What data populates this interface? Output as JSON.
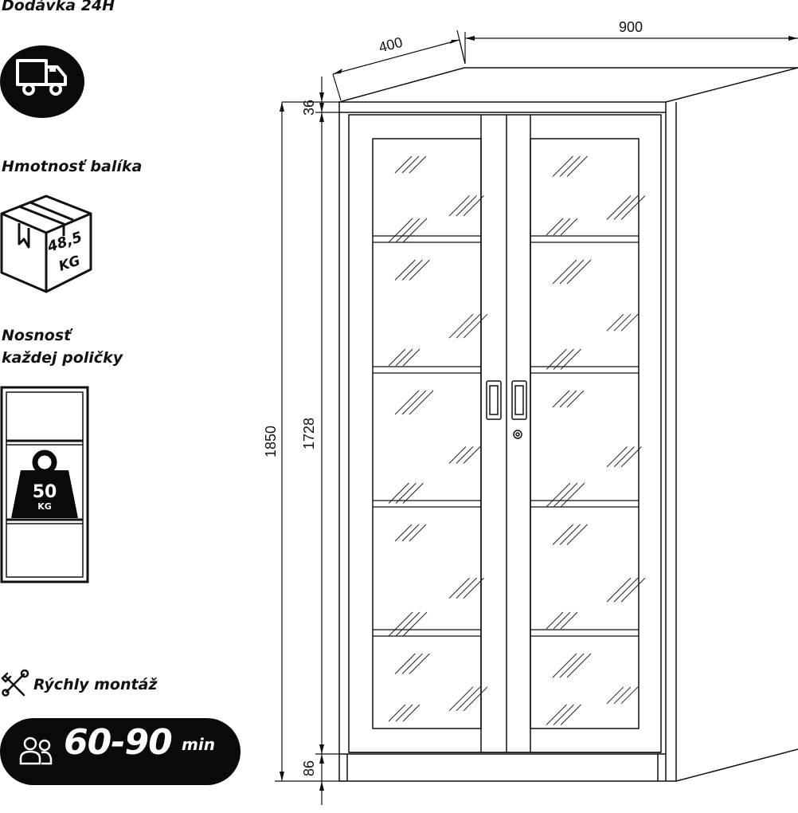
{
  "features": {
    "delivery": {
      "label": "Dodávka 24H",
      "icon": "truck-icon"
    },
    "package_weight": {
      "label": "Hmotnosť balíka",
      "value": "48,5",
      "unit": "KG",
      "icon": "box-icon"
    },
    "shelf_load": {
      "label_line1": "Nosnosť",
      "label_line2": "každej poličky",
      "value": "50",
      "unit": "KG",
      "icon": "weight-icon"
    },
    "assembly": {
      "label": "Rýchly montáž",
      "time": "60-90",
      "time_unit": "min",
      "icons": [
        "tools-icon",
        "people-icon"
      ]
    }
  },
  "dimensions": {
    "depth": "400",
    "width": "900",
    "total_height": "1850",
    "body_height": "1728",
    "top_height": "36",
    "base_height": "86"
  },
  "colors": {
    "dark": "#0a0a0a",
    "line": "#111111",
    "background": "#ffffff"
  }
}
